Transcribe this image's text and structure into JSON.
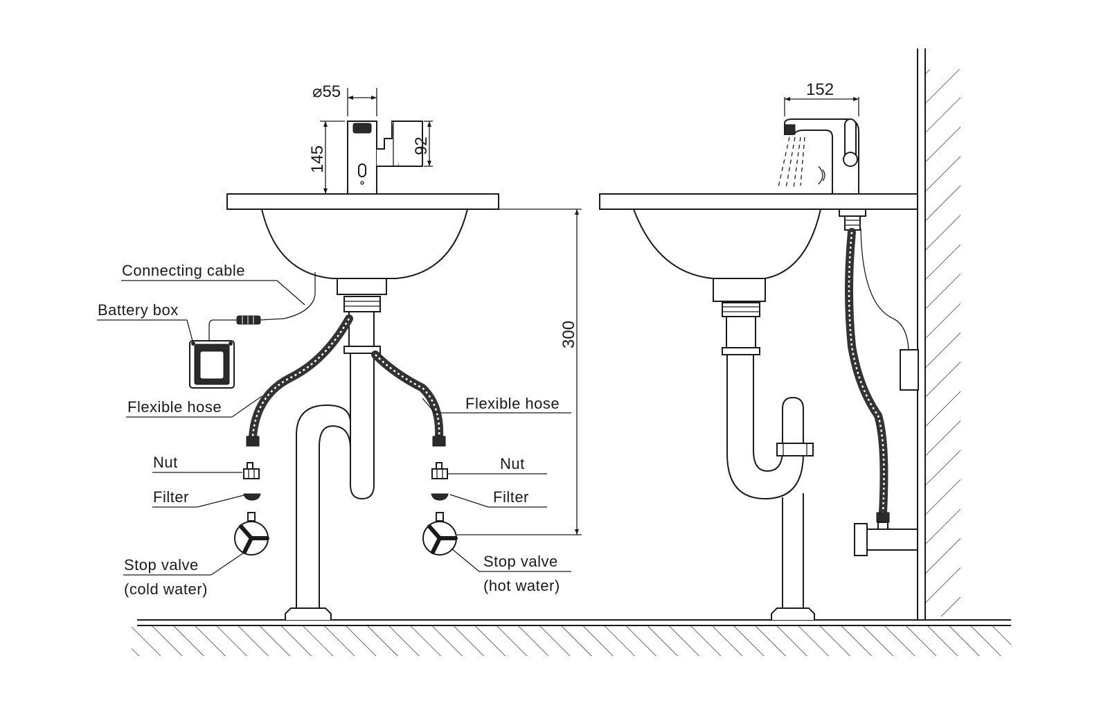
{
  "dimensions": {
    "diameter": "⌀55",
    "height_total": "145",
    "height_sensor": "92",
    "spout_length": "152",
    "valve_height": "300"
  },
  "labels": {
    "connecting_cable": "Connecting cable",
    "battery_box": "Battery box",
    "flexible_hose_left": "Flexible hose",
    "flexible_hose_right": "Flexible hose",
    "nut_left": "Nut",
    "nut_right": "Nut",
    "filter_left": "Filter",
    "filter_right": "Filter",
    "stop_valve_left": "Stop valve",
    "stop_valve_left_sub": "(cold water)",
    "stop_valve_right": "Stop valve",
    "stop_valve_right_sub": "(hot water)"
  }
}
